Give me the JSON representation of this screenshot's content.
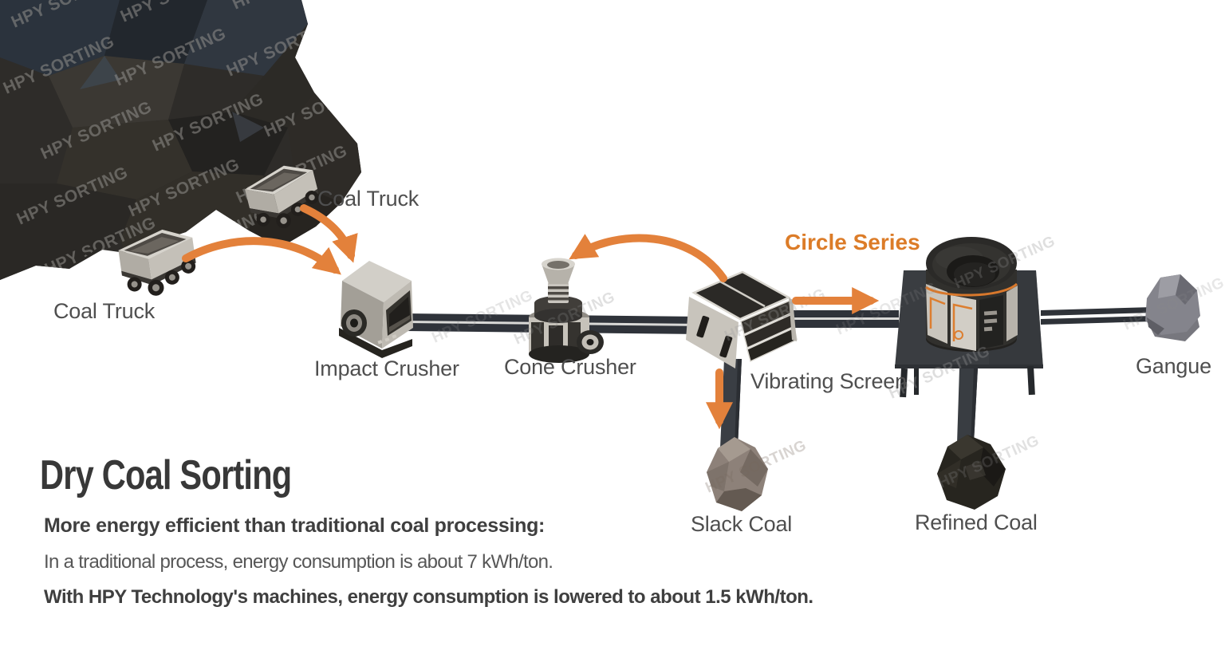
{
  "watermark": {
    "text": "HPY SORTING"
  },
  "colors": {
    "accent_orange": "#E3813B",
    "series_text_orange": "#DC7C28",
    "label_gray": "#4F4F4F"
  },
  "flow": {
    "coal_truck_left_label": "Coal Truck",
    "coal_truck_top_label": "Coal Truck",
    "impact_crusher_label": "Impact Crusher",
    "cone_crusher_label": "Cone Crusher",
    "vibrating_screen_label": "Vibrating Screen",
    "circle_series_label": "Circle Series",
    "gangue_label": "Gangue",
    "slack_coal_label": "Slack Coal",
    "refined_coal_label": "Refined Coal"
  },
  "info": {
    "title": "Dry Coal Sorting",
    "heading": "More energy efficient than traditional coal processing:",
    "line1": "In a traditional process, energy consumption is about 7 kWh/ton.",
    "line2": "With HPY Technology's machines, energy consumption is lowered to about 1.5 kWh/ton."
  }
}
